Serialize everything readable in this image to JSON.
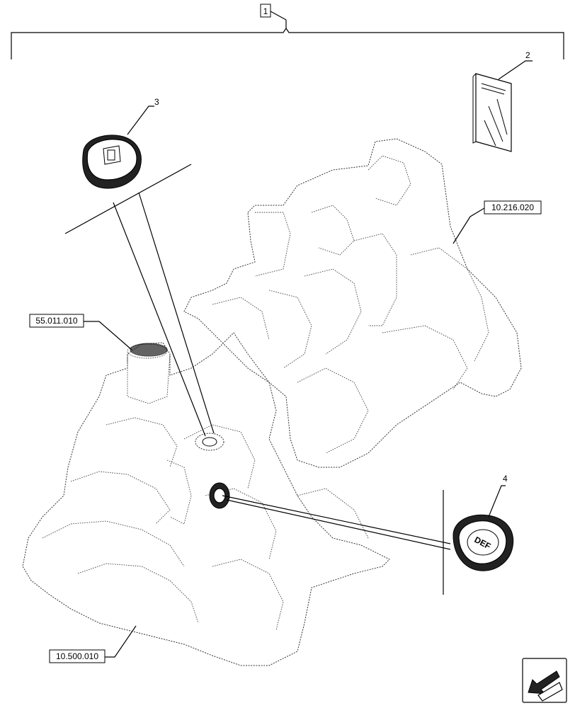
{
  "callouts": {
    "item1": "1",
    "item2": "2",
    "item3": "3",
    "item4": "4"
  },
  "references": {
    "ref_top_right": "10.216.020",
    "ref_left": "55.011.010",
    "ref_bottom": "10.500.010"
  },
  "cap_labels": {
    "def_cap": "DEF"
  },
  "icons": {
    "corner_arrow": "view-direction-arrow-icon"
  }
}
